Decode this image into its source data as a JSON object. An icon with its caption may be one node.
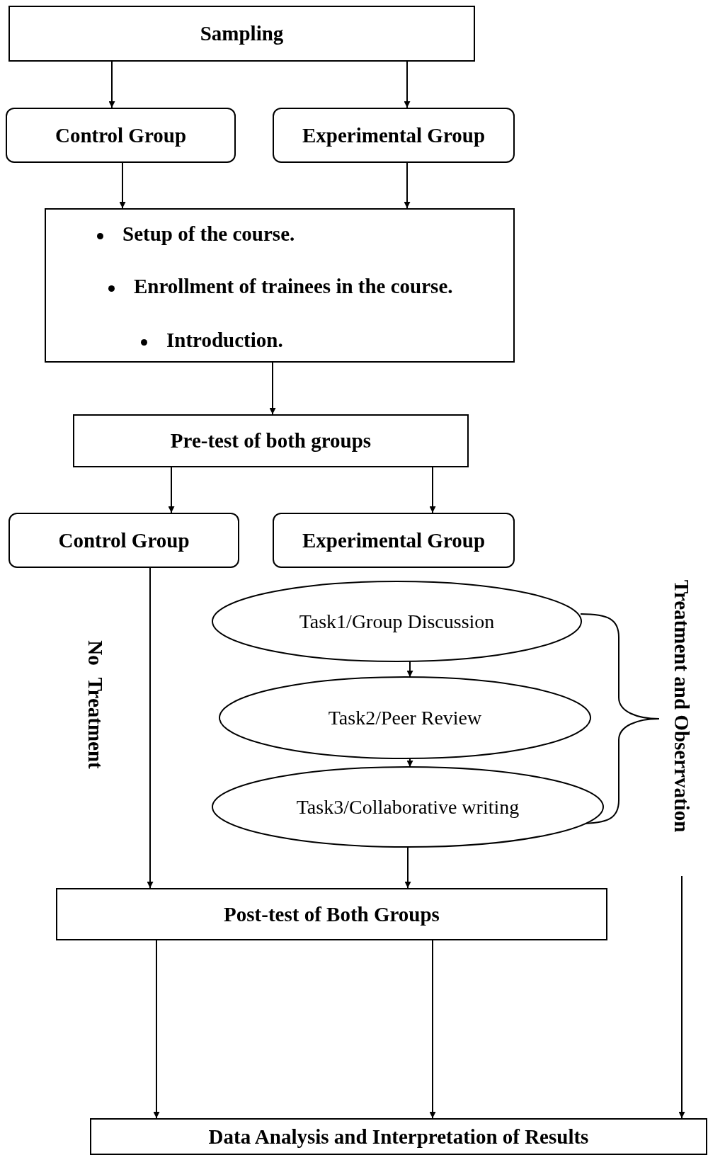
{
  "diagram": {
    "nodes": [
      {
        "text": [
          "Sampling"
        ]
      },
      {
        "text": [
          "Control Group"
        ]
      },
      {
        "text": [
          "Experimental Group"
        ]
      },
      {
        "text": [
          "Setup of the course.",
          "Enrollment of trainees in the course.",
          "Introduction."
        ]
      },
      {
        "text": [
          "Pre-test of both groups"
        ]
      },
      {
        "text": [
          "Control Group"
        ]
      },
      {
        "text": [
          "Experimental Group"
        ]
      },
      {
        "text": [
          "Task1/Group Discussion"
        ]
      },
      {
        "text": [
          "Task2/Peer Review"
        ]
      },
      {
        "text": [
          "Task3/Collaborative writing"
        ]
      },
      {
        "text": [
          "Post-test of Both Groups"
        ]
      },
      {
        "text": [
          "Data Analysis and Interpretation of Results"
        ]
      },
      {
        "text": [
          "Treatment and Obserrvation"
        ]
      }
    ],
    "edges": [
      {
        "from": 0,
        "to": 1,
        "arrow": "to"
      },
      {
        "from": 0,
        "to": 2,
        "arrow": "to"
      },
      {
        "from": 1,
        "to": 3,
        "arrow": "to"
      },
      {
        "from": 2,
        "to": 3,
        "arrow": "to"
      },
      {
        "from": 3,
        "to": 4,
        "arrow": "to"
      },
      {
        "from": 4,
        "to": 5,
        "arrow": "to"
      },
      {
        "from": 4,
        "to": 6,
        "arrow": "to"
      },
      {
        "from": 5,
        "to": 10,
        "arrow": "to"
      },
      {
        "from": 7,
        "to": 8,
        "arrow": "to"
      },
      {
        "from": 8,
        "to": 9,
        "arrow": "to"
      },
      {
        "from": 9,
        "to": 10,
        "arrow": "to"
      },
      {
        "from": 10,
        "to": 11,
        "arrow": "to"
      },
      {
        "from": 10,
        "to": 11,
        "arrow": "to"
      },
      {
        "from": 12,
        "to": 11,
        "arrow": "to"
      }
    ],
    "labels": [
      "No Treatment"
    ]
  }
}
